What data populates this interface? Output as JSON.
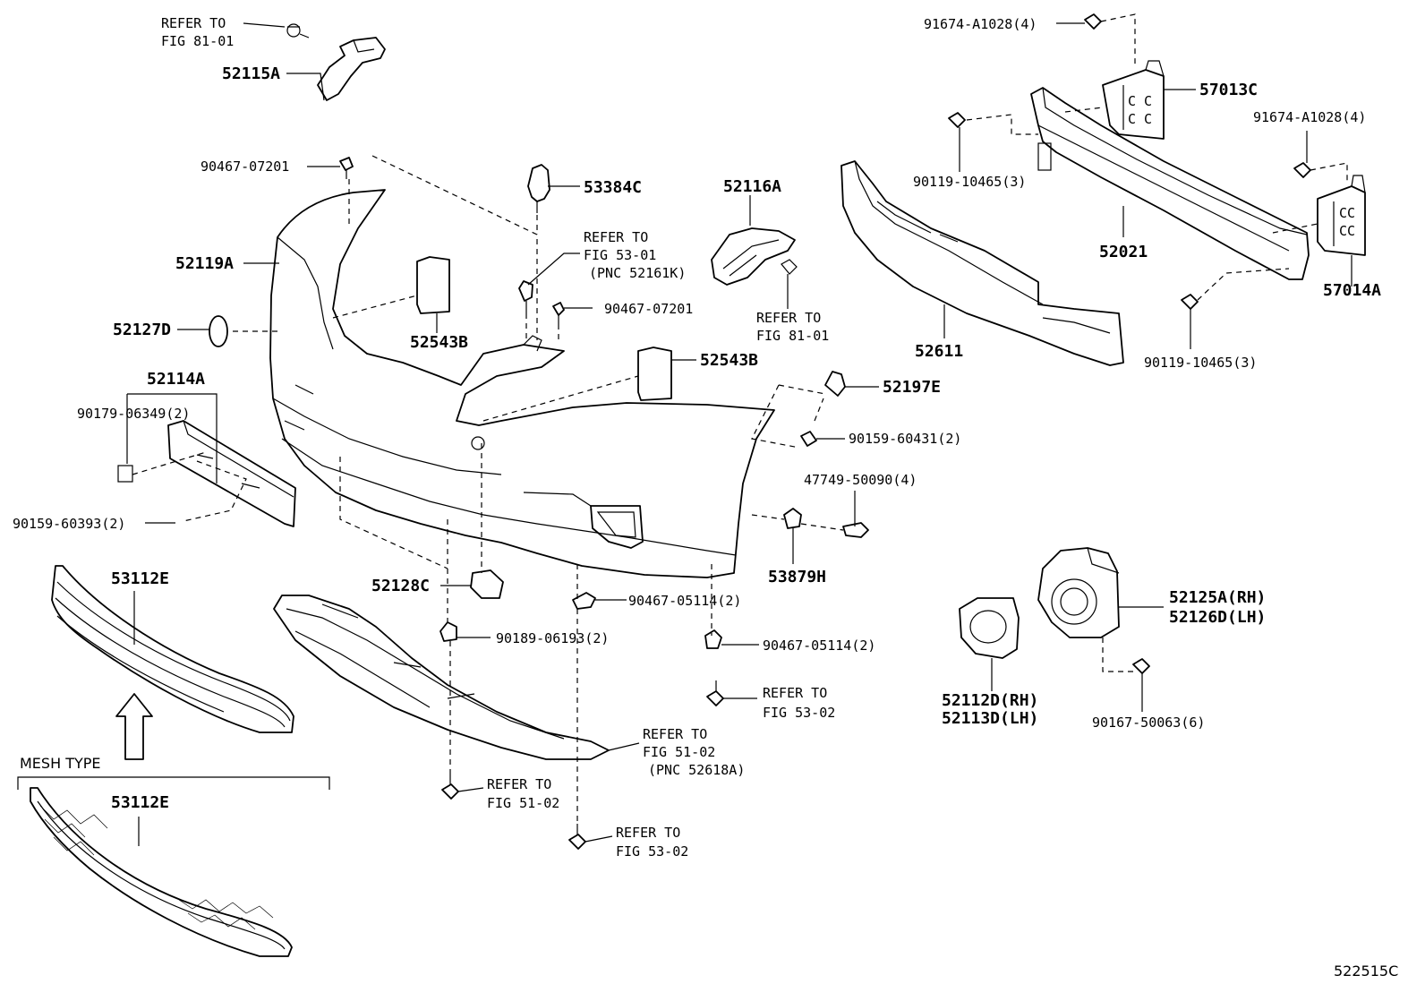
{
  "diagram_id": "522515C",
  "callouts": {
    "refer_81_01_top": [
      "REFER TO",
      "FIG 81-01"
    ],
    "p52115A": "52115A",
    "p90467_07201_a": "90467-07201",
    "p53384C": "53384C",
    "refer_53_01": [
      "REFER TO",
      "FIG 53-01",
      "(PNC 52161K)"
    ],
    "p52116A": "52116A",
    "refer_81_01_mid": [
      "REFER TO",
      "FIG 81-01"
    ],
    "p90467_07201_b": "90467-07201",
    "p52119A": "52119A",
    "p52127D": "52127D",
    "p52543B_a": "52543B",
    "p52543B_b": "52543B",
    "p52114A": "52114A",
    "p90179_06349": "90179-06349(2)",
    "p90159_60393": "90159-60393(2)",
    "p52197E": "52197E",
    "p90159_60431": "90159-60431(2)",
    "p47749_50090": "47749-50090(4)",
    "p53879H": "53879H",
    "p52128C": "52128C",
    "p90467_05114_a": "90467-05114(2)",
    "p90189_06193": "90189-06193(2)",
    "p90467_05114_b": "90467-05114(2)",
    "refer_53_02_a": [
      "REFER TO",
      "FIG 53-02"
    ],
    "refer_51_02_pnc": [
      "REFER TO",
      "FIG 51-02",
      "(PNC 52618A)"
    ],
    "refer_51_02": [
      "REFER TO",
      "FIG 51-02"
    ],
    "refer_53_02_b": [
      "REFER TO",
      "FIG 53-02"
    ],
    "p53112E_a": "53112E",
    "mesh_type": "MESH TYPE",
    "p53112E_b": "53112E",
    "p91674_A1028_a": "91674-A1028(4)",
    "p57013C": "57013C",
    "p91674_A1028_b": "91674-A1028(4)",
    "p90119_10465_a": "90119-10465(3)",
    "p52021": "52021",
    "p57014A": "57014A",
    "p52611": "52611",
    "p90119_10465_b": "90119-10465(3)",
    "p52125A": "52125A(RH)",
    "p52126D": "52126D(LH)",
    "p52112D": "52112D(RH)",
    "p52113D": "52113D(LH)",
    "p90167_50063": "90167-50063(6)"
  }
}
